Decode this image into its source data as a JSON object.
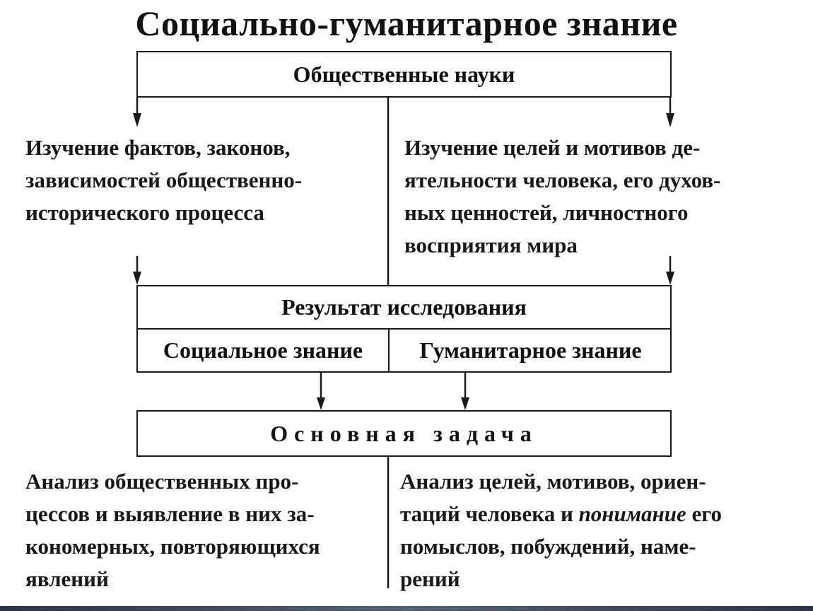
{
  "title": "Социально-гуманитарное знание",
  "social_sciences": {
    "label": "Общественные науки"
  },
  "study_facts": {
    "lines": [
      "Изучение фактов, законов,",
      "зависимостей общественно-",
      "исторического процесса"
    ]
  },
  "study_goals": {
    "lines": [
      "Изучение целей и мотивов де-",
      "ятельности человека, его духов-",
      "ных ценностей, личностного",
      "восприятия мира"
    ]
  },
  "research_result": {
    "label": "Результат исследования"
  },
  "knowledge": {
    "social": "Социальное знание",
    "humanitarian": "Гуманитарное знание"
  },
  "main_task": {
    "label": "Основная задача"
  },
  "analysis_social": {
    "lines": [
      "Анализ общественных про-",
      "цессов и выявление в них за-",
      "кономерных, повторяющихся",
      "явлений"
    ]
  },
  "analysis_humanitarian": {
    "line1": "Анализ целей, мотивов, ориен-",
    "line2_before": "таций человека и ",
    "line2_italic": "понимание",
    "line2_after": " его",
    "line3": "помыслов, побуждений, наме-",
    "line4": "рений"
  },
  "colors": {
    "ink": "#1a1a1a",
    "background": "#ffffff"
  }
}
